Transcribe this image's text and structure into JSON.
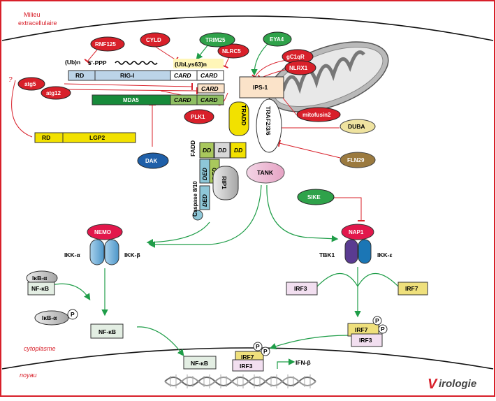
{
  "regions": {
    "extracellular": [
      "Milieu",
      "extracellulaire"
    ],
    "cytoplasm": "cytoplasme",
    "nucleus": "noyau"
  },
  "brand": "Virologie",
  "proteins": {
    "rnf125": "RNF125",
    "cyld": "CYLD",
    "trim25": "TRIM25",
    "eya4": "EYA4",
    "nlrc5": "NLRC5",
    "gc1qr": "gC1qR",
    "nlrx1": "NLRX1",
    "atg5": "atg5",
    "atg12": "atg12",
    "ips1": "IPS-1",
    "mitofusin2": "mitofusin2",
    "plk1": "PLK1",
    "duba": "DUBA",
    "fln29": "FLN29",
    "dak": "DAK",
    "tradd": "TRADD",
    "traf": "TRAF2/3/6",
    "tank": "TANK",
    "rip1": "RIP1",
    "sike": "SIKE",
    "nemo": "NEMO",
    "nap1": "NAP1",
    "ikka": "IKK-α",
    "ikkb": "IKK-β",
    "tbk1": "TBK1",
    "ikke": "IKK-ε",
    "ikba1": "IκB-α",
    "nfkb1": "NF-κB",
    "ikba2": "IκB-α",
    "nfkb2": "NF-κB",
    "nfkb3": "NF-κB",
    "irf3a": "IRF3",
    "irf7a": "IRF7",
    "irf7b": "IRF7",
    "irf3b": "IRF3",
    "irf7c": "IRF7",
    "irf3c": "IRF3",
    "fadd": "FADD",
    "caspase": "Caspase 8/10",
    "ifnb": "IFN-β"
  },
  "domains": {
    "rd": "RD",
    "rigi": "RIG-I",
    "card": "CARD",
    "mda5": "MDA5",
    "lgp2": "LGP2",
    "dd": "DD",
    "ded": "DED"
  },
  "misc": {
    "ub": "(Ub)n",
    "ppp": "5'-PPP",
    "ublys": "(UbLys63)n",
    "question": "?",
    "p": "P"
  },
  "colors": {
    "red": "#d81e2a",
    "green": "#2fa24a",
    "yellow": "#f1e200",
    "darkgreen": "#138a3c",
    "blue": "#1f5fa8"
  }
}
